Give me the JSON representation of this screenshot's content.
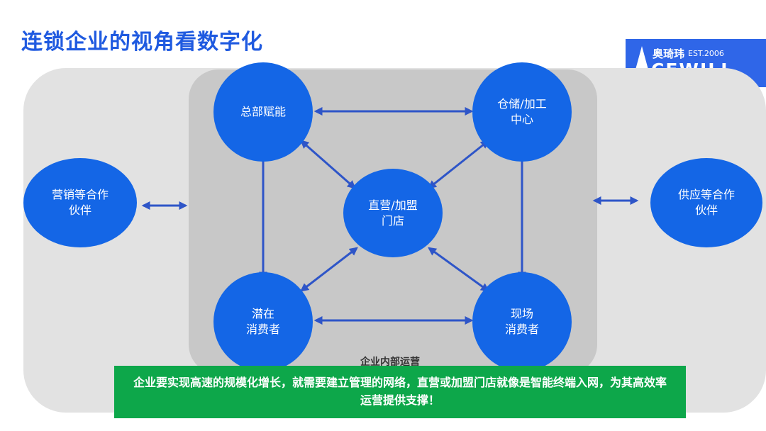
{
  "title": "连锁企业的视角看数字化",
  "logo": {
    "cn": "奥琦玮",
    "est": "EST.2006",
    "en": "CEWILL"
  },
  "inner_label": "企业内部运营",
  "nodes": {
    "hq": "总部赋能",
    "warehouse": "仓储/加工\n中心",
    "store": "直营/加盟\n门店",
    "potential": "潜在\n消费者",
    "onsite": "现场\n消费者",
    "marketing": "营销等合作\n伙伴",
    "supply": "供应等合作\n伙伴"
  },
  "banner": "企业要实现高速的规模化增长，就需要建立管理的网络，直营或加盟门店就像是智能终端入网，为其高效率运营提供支撑！",
  "colors": {
    "title": "#1f5ae0",
    "node": "#1466e6",
    "arrow": "#2e55c8",
    "banner": "#0da74a",
    "logo": "#2f66e8"
  }
}
